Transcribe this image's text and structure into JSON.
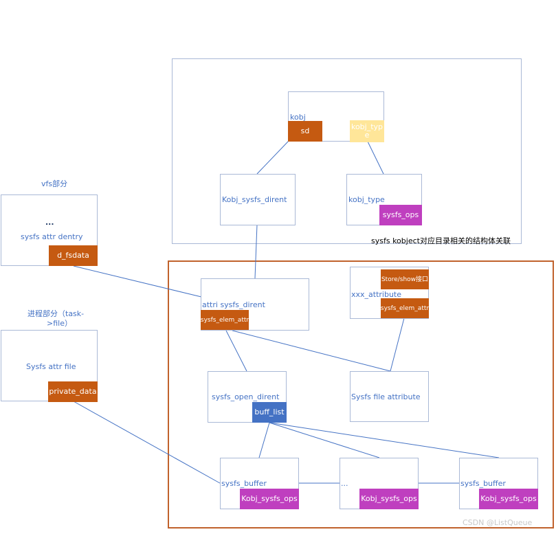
{
  "top_caption": "sysfs kobject对应目录相关的结构体关联",
  "vfs_title": "vfs部分",
  "process_title_line1": "进程部分（task-",
  "process_title_line2": ">file）",
  "kobj": {
    "label": "kobj",
    "sd": "sd",
    "kobj_type_line1": "kobj_typ",
    "kobj_type_line2": "e"
  },
  "kobj_sysfs_dirent": "Kobj_sysfs_dirent",
  "kobj_type_box": {
    "label": "kobj_type",
    "ops": "sysfs_ops"
  },
  "vfs_dentry": {
    "dots": "...",
    "label": "sysfs attr dentry",
    "field": "d_fsdata"
  },
  "attr_file": {
    "label": "Sysfs attr file",
    "field": "private_data"
  },
  "attri_dirent": {
    "label": "attri sysfs_dirent",
    "field": "sysfs_elem_attr"
  },
  "xxx_attribute": {
    "label": "xxx_attribute",
    "store_show": "Store/show接口",
    "field": "sysfs_elem_attr"
  },
  "open_dirent": {
    "label": "sysfs_open_dirent",
    "field": "buff_list"
  },
  "file_attribute": "Sysfs file attribute",
  "buffers": [
    {
      "label": "sysfs_buffer",
      "ops": "Kobj_sysfs_ops"
    },
    {
      "label": "...",
      "ops": "Kobj_sysfs_ops"
    },
    {
      "label": "sysfs_buffer",
      "ops": "Kobj_sysfs_ops"
    }
  ],
  "watermark": "CSDN @ListQueue"
}
